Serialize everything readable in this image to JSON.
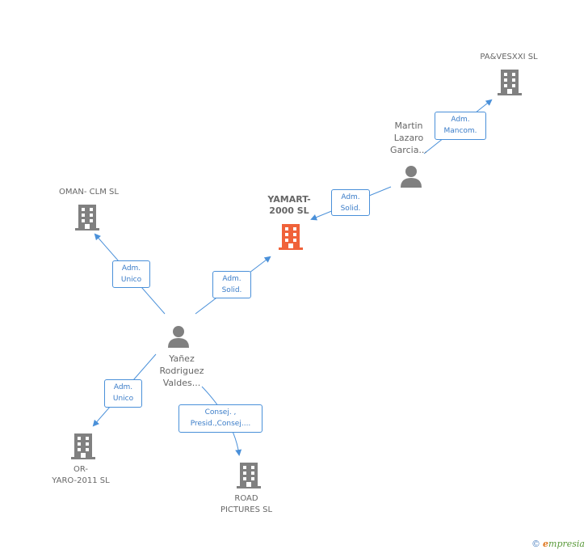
{
  "colors": {
    "edge": "#4a90d9",
    "company": "#808080",
    "company_main": "#f0623a",
    "person": "#808080"
  },
  "nodes": {
    "main_company": {
      "label": "YAMART-\n2000 SL",
      "icon": "building-icon"
    },
    "pavesxxi": {
      "label": "PA&VESXXI SL",
      "icon": "building-icon"
    },
    "oman": {
      "label": "OMAN- CLM SL",
      "icon": "building-icon"
    },
    "oryaro": {
      "label": "OR-\nYARO-2011 SL",
      "icon": "building-icon"
    },
    "road": {
      "label": "ROAD\nPICTURES SL",
      "icon": "building-icon"
    },
    "martin": {
      "label": "Martin\nLazaro\nGarcia...",
      "icon": "person-icon"
    },
    "yanez": {
      "label": "Yañez\nRodriguez\nValdes...",
      "icon": "person-icon"
    }
  },
  "edges": {
    "martin_pavesxxi": "Adm.\nMancom.",
    "martin_main": "Adm.\nSolid.",
    "yanez_oman": "Adm.\nUnico",
    "yanez_main": "Adm.\nSolid.",
    "yanez_oryaro": "Adm.\nUnico",
    "yanez_road": "Consej. ,\nPresid.,Consej...."
  },
  "footer": {
    "copyright": "©",
    "brand_initial": "e",
    "brand_rest": "mpresia"
  }
}
